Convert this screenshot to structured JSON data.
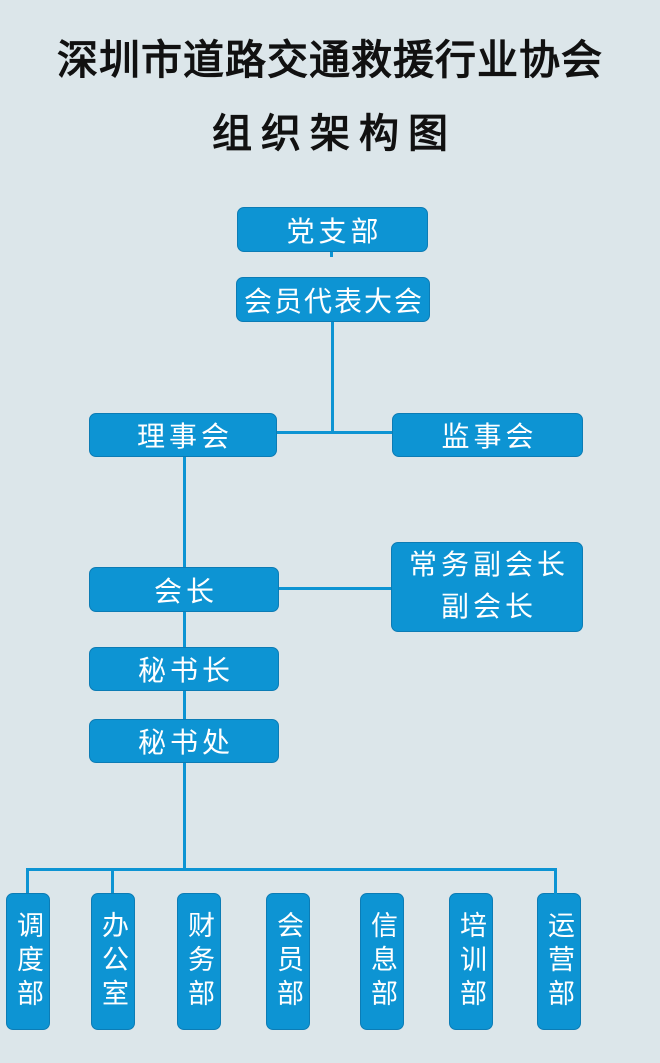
{
  "title": {
    "line1": "深圳市道路交通救援行业协会",
    "line2": "组织架构图"
  },
  "colors": {
    "background": "#dce6ea",
    "box_fill": "#0d94d3",
    "box_edge": "#0c7cb5",
    "box_text": "#ffffff",
    "connector": "#0d94d3",
    "title_text": "#111111"
  },
  "org_chart": {
    "type": "org-hierarchy-diagram",
    "nodes": {
      "party_branch": "党支部",
      "member_congress": "会员代表大会",
      "council": "理事会",
      "supervisory_board": "监事会",
      "president": "会长",
      "vice_presidents": {
        "line1": "常务副会长",
        "line2": "副会长"
      },
      "secretary_general": "秘书长",
      "secretariat": "秘书处"
    },
    "departments": [
      "调度部",
      "办公室",
      "财务部",
      "会员部",
      "信息部",
      "培训部",
      "运营部"
    ],
    "edges": [
      {
        "from": "member_congress",
        "to": "council"
      },
      {
        "from": "member_congress",
        "to": "supervisory_board"
      },
      {
        "from": "council",
        "to": "president"
      },
      {
        "from": "president",
        "to": "vice_presidents"
      },
      {
        "from": "president",
        "to": "secretary_general"
      },
      {
        "from": "secretary_general",
        "to": "secretariat"
      },
      {
        "from": "secretariat",
        "to": "departments"
      }
    ]
  }
}
